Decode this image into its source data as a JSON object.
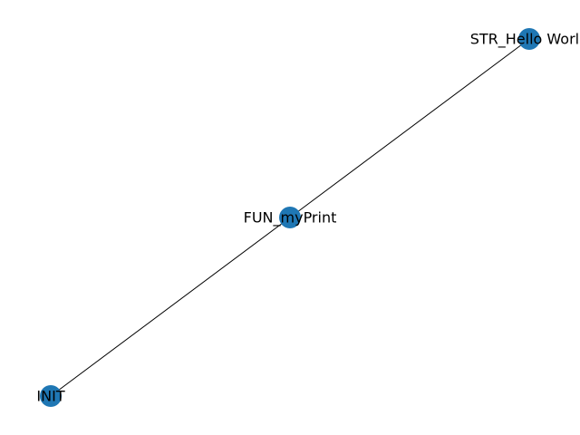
{
  "graph": {
    "node_color": "#1f77b4",
    "edge_color": "#000000",
    "nodes": [
      {
        "id": "init",
        "label": "INIT"
      },
      {
        "id": "fun",
        "label": "FUN_myPrint"
      },
      {
        "id": "str",
        "label": "STR_Hello World"
      }
    ],
    "edges": [
      {
        "source": "init",
        "target": "fun"
      },
      {
        "source": "fun",
        "target": "str"
      }
    ]
  }
}
